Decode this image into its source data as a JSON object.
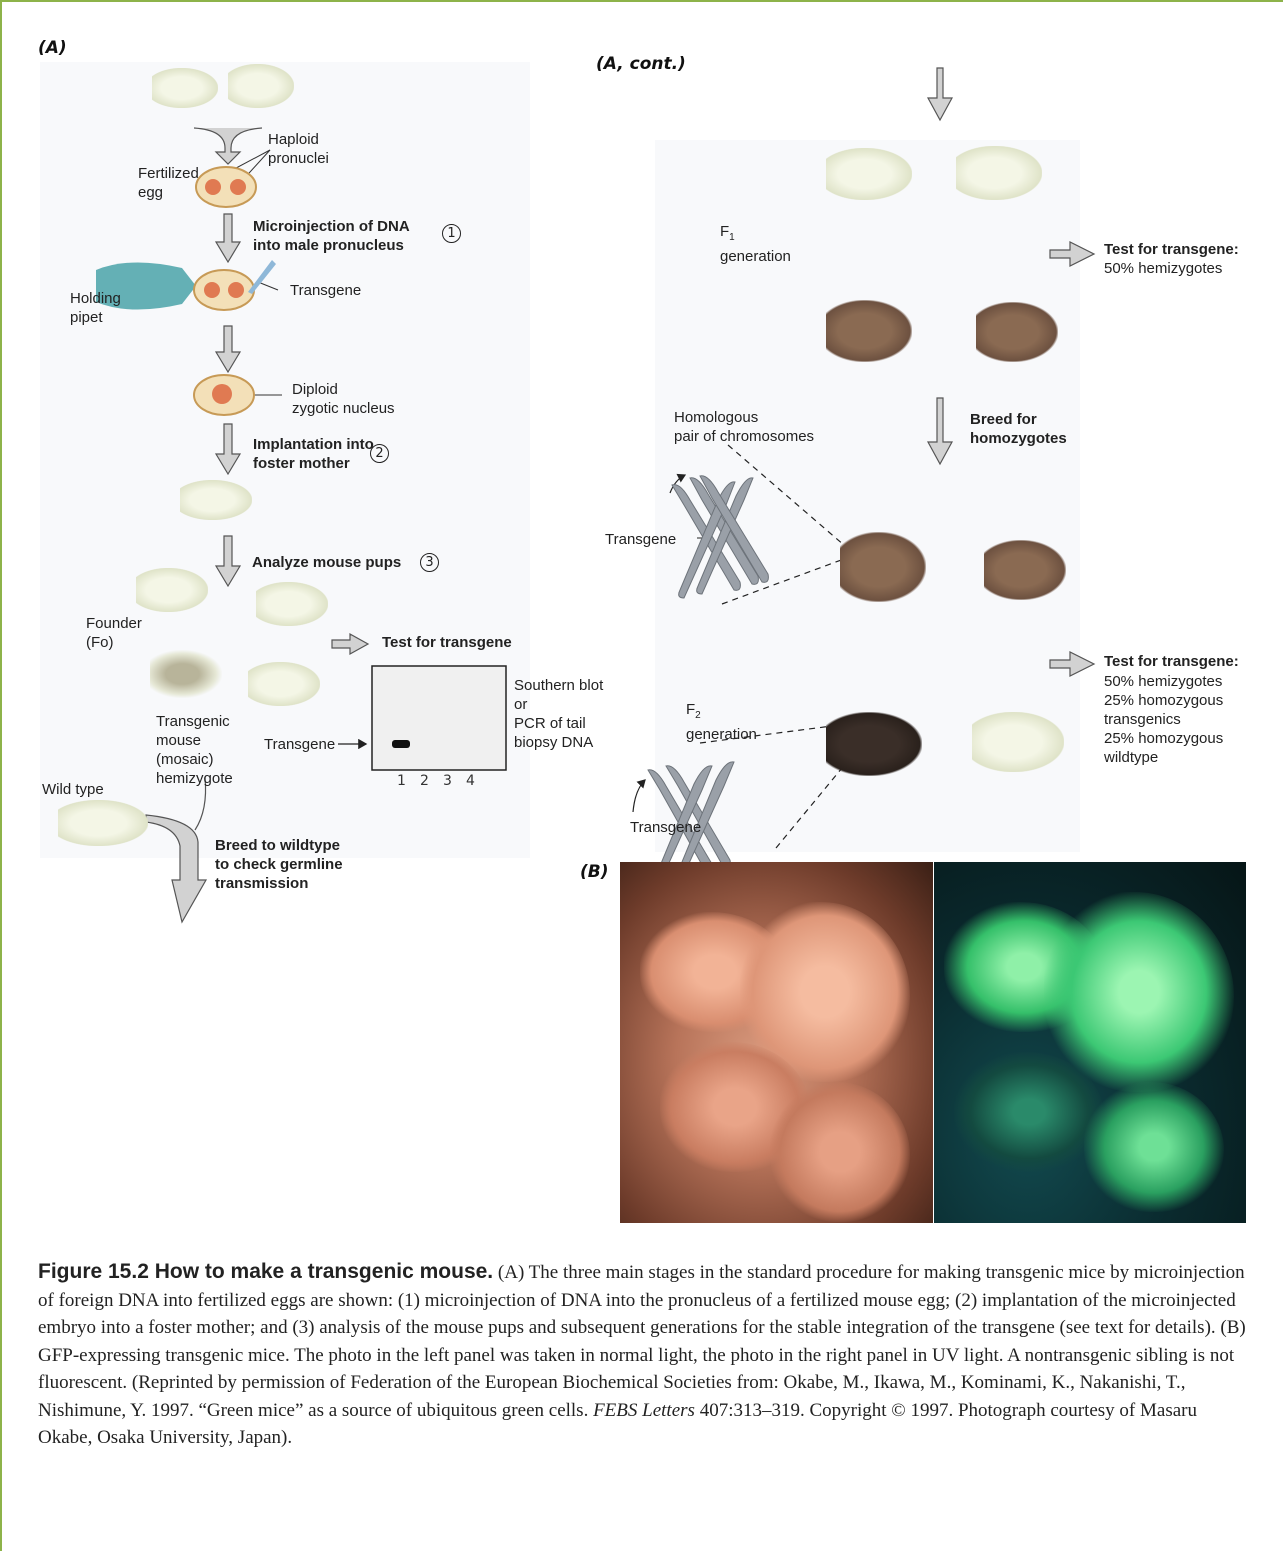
{
  "panelA": {
    "label": "(A)",
    "cont_label": "(A, cont.)",
    "fertilized_egg": "Fertilized\negg",
    "haploid": "Haploid\npronuclei",
    "step1_title": "Microinjection of DNA\ninto male pronucleus",
    "step1_num": "1",
    "transgene": "Transgene",
    "holding_pipet": "Holding\npipet",
    "diploid": "Diploid\nzygotic nucleus",
    "step2_title": "Implantation into\nfoster mother",
    "step2_num": "2",
    "step3_title": "Analyze mouse pups",
    "step3_num": "3",
    "founder": "Founder\n(Fo)",
    "test_transgene": "Test for transgene",
    "transgenic_mouse": "Transgenic\nmouse\n(mosaic)\nhemizygote",
    "wild_type": "Wild type",
    "blot_label": "Transgene",
    "blot_method": "Southern blot\nor\nPCR of tail\nbiopsy DNA",
    "lanes": [
      "1",
      "2",
      "3",
      "4"
    ],
    "breed_wildtype": "Breed to wildtype\nto check germline\ntransmission"
  },
  "panelA_cont": {
    "f1_gen": "F",
    "f1_sub": "1",
    "f1_word": "generation",
    "test1_title": "Test for transgene:",
    "test1_detail": "50% hemizygotes",
    "homologous": "Homologous\npair of chromosomes",
    "breed_homo": "Breed for\nhomozygotes",
    "transgene_chrom": "Transgene",
    "test2_title": "Test for transgene:",
    "test2_detail": "50% hemizygotes\n25% homozygous\ntransgenics\n25% homozygous\nwildtype",
    "f2_gen": "F",
    "f2_sub": "2",
    "f2_word": "generation",
    "transgene_chrom2": "Transgene"
  },
  "panelB": {
    "label": "(B)"
  },
  "caption": {
    "title": "Figure 15.2 How to make a transgenic mouse.",
    "text1": " (A) The three main stages in the standard procedure for making transgenic mice by microinjection of foreign DNA into fertilized eggs are shown: (1) microinjection of DNA into the pronucleus of a fertilized mouse egg; (2) implantation of the microinjected embryo into a foster mother; and (3) analysis of the mouse pups and subsequent generations for the stable integration of the transgene (see text for details). (B) GFP-expressing transgenic mice. The photo in the left panel was taken in normal light, the photo in the right panel in UV light. A nontransgenic sibling is not fluorescent. (Reprinted by permission of Federation of the European Biochemical Societies from: Okabe, M., Ikawa, M., Kominami, K., Nakanishi, T., Nishimune, Y. 1997. “Green mice” as a source of ubiquitous green cells. ",
    "journal": "FEBS Letters",
    "text2": " 407:313–319. Copyright © 1997. Photograph courtesy of Masaru Okabe, Osaka University, Japan)."
  },
  "colors": {
    "frame": "#8db34a",
    "arrow_fill": "#d2d2d2",
    "arrow_stroke": "#555555",
    "white_mouse": "#eef0de",
    "brown_mouse": "#7a5a44",
    "black_mouse": "#2f2520"
  }
}
